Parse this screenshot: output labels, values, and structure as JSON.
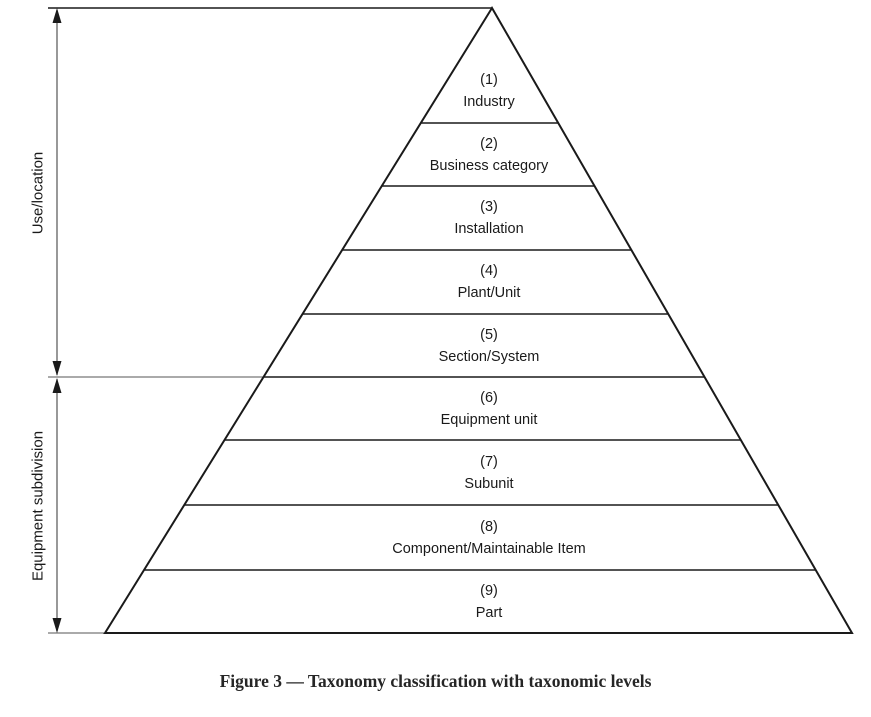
{
  "figure": {
    "caption": "Figure 3 — Taxonomy classification with taxonomic levels"
  },
  "side_labels": [
    {
      "id": "use-location",
      "label": "Use/location"
    },
    {
      "id": "equipment-subdivision",
      "label": "Equipment subdivision"
    }
  ],
  "pyramid": {
    "levels": [
      {
        "number": "(1)",
        "name": "Industry"
      },
      {
        "number": "(2)",
        "name": "Business category"
      },
      {
        "number": "(3)",
        "name": "Installation"
      },
      {
        "number": "(4)",
        "name": "Plant/Unit"
      },
      {
        "number": "(5)",
        "name": "Section/System"
      },
      {
        "number": "(6)",
        "name": "Equipment unit"
      },
      {
        "number": "(7)",
        "name": "Subunit"
      },
      {
        "number": "(8)",
        "name": "Component/Maintainable Item"
      },
      {
        "number": "(9)",
        "name": "Part"
      }
    ]
  },
  "colors": {
    "line": "#1a1a1a",
    "dimension_line": "#555555",
    "text": "#1a1a1a",
    "background": "#ffffff"
  }
}
